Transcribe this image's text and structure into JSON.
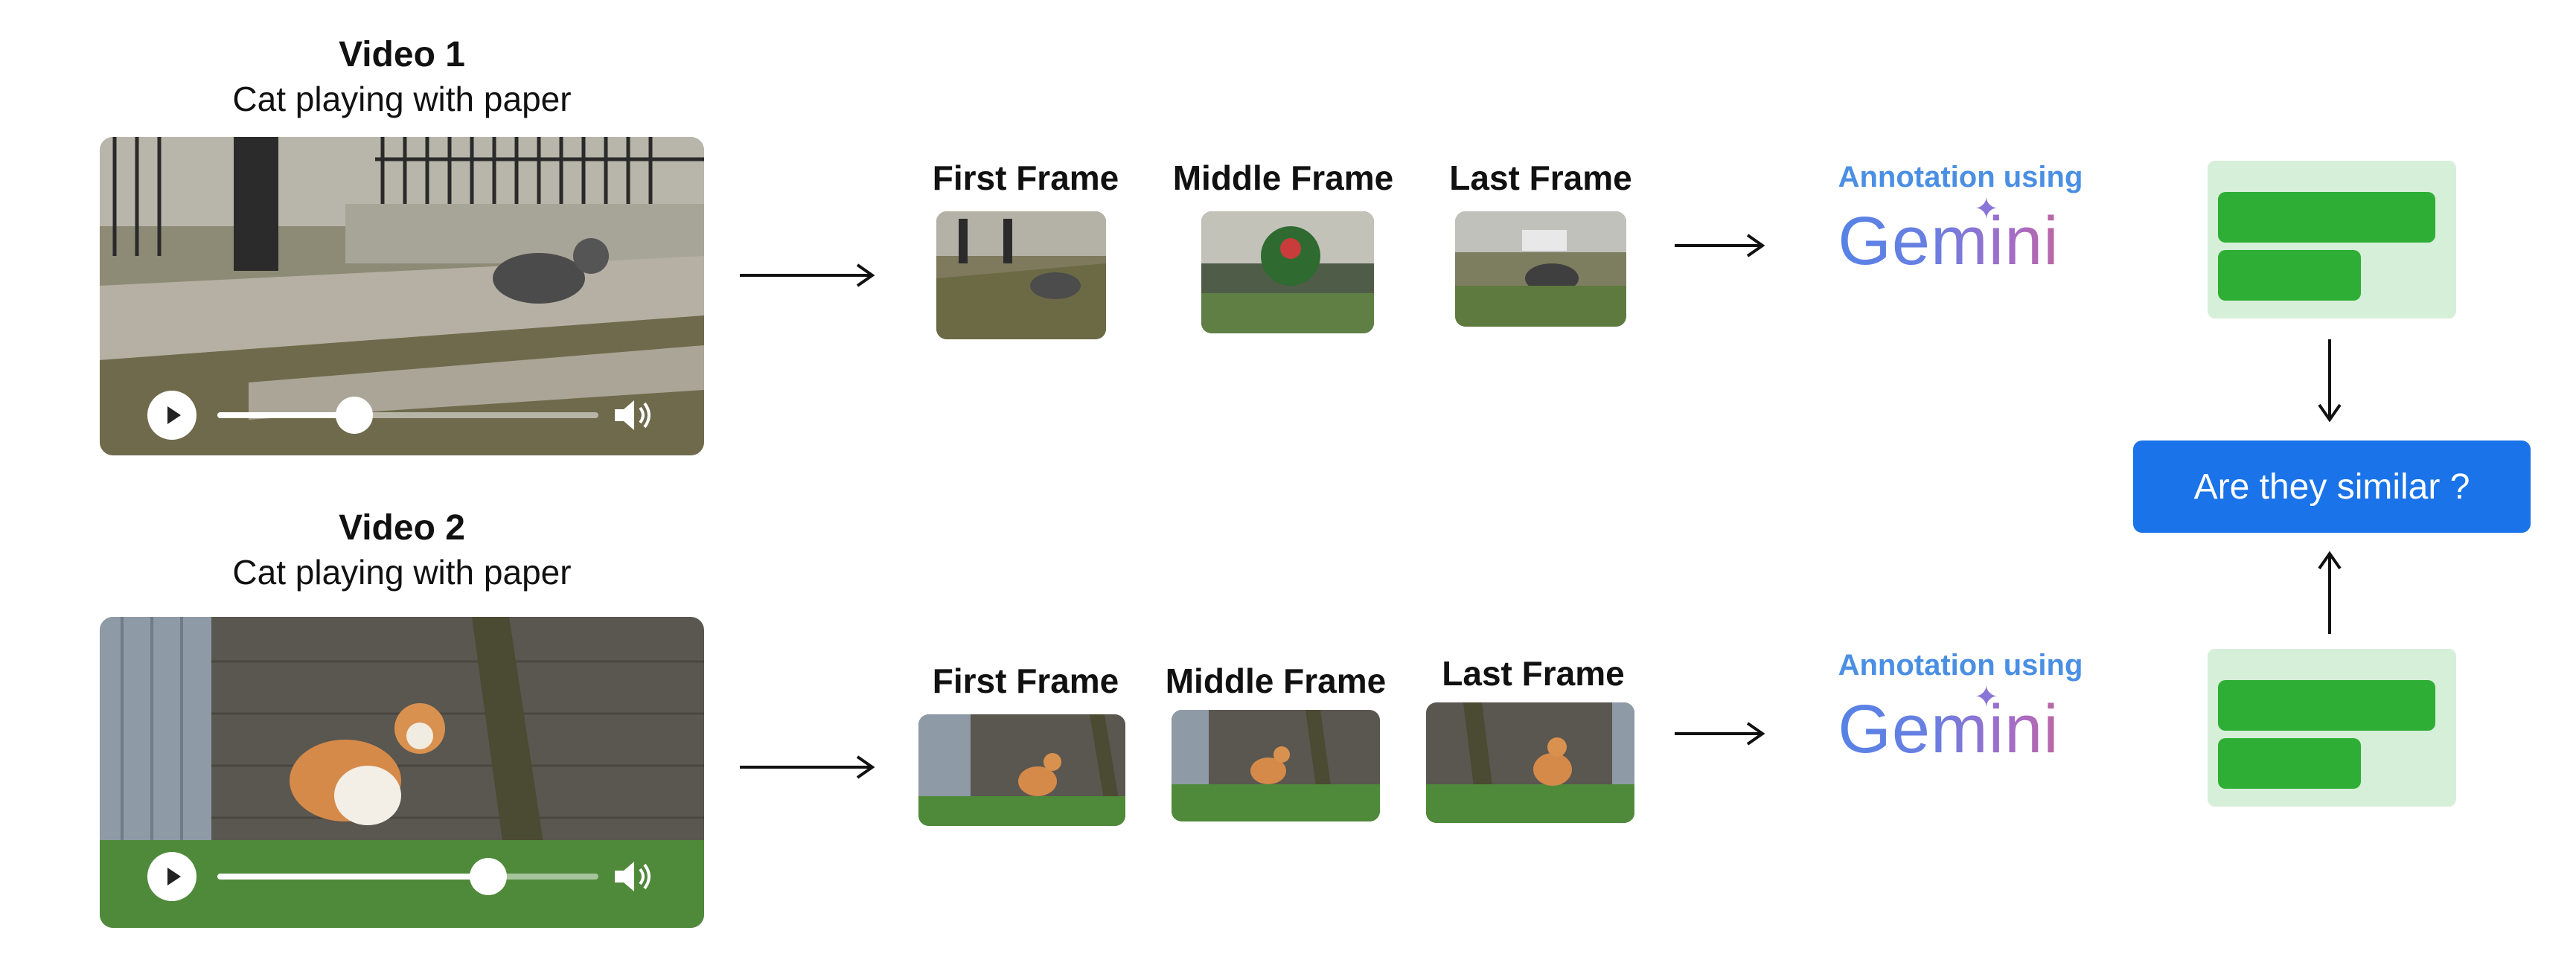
{
  "video1": {
    "title": "Video 1",
    "subtitle": "Cat playing with paper",
    "progress": 0.36
  },
  "video2": {
    "title": "Video 2",
    "subtitle": "Cat playing with paper",
    "progress": 0.71
  },
  "row1_frames": [
    "First Frame",
    "Middle Frame",
    "Last Frame"
  ],
  "row2_frames": [
    "First Frame",
    "Middle Frame",
    "Last Frame"
  ],
  "annotation": {
    "label": "Annotation using",
    "brand": "Gemini"
  },
  "compare": {
    "label": "Are they similar ?"
  },
  "colors": {
    "accent_blue": "#1a73e8",
    "card_green": "#d6efd9",
    "bar_green": "#2fae35",
    "annotation_text": "#4a8fe3"
  },
  "icons": [
    "play-icon",
    "volume-icon",
    "sparkle-icon",
    "arrow-right-icon",
    "arrow-down-icon",
    "arrow-up-icon"
  ]
}
